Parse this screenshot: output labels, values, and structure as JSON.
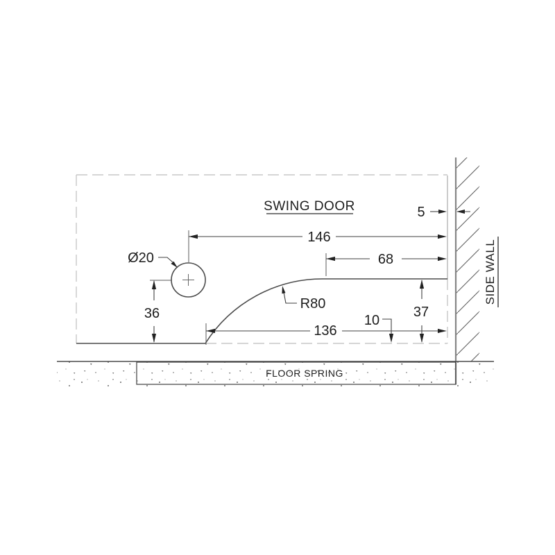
{
  "drawing": {
    "title": "SWING DOOR",
    "wall_label": "SIDE WALL",
    "floor_label": "FLOOR SPRING",
    "dims": {
      "door_width": "146",
      "top_recess": "68",
      "bottom_length": "136",
      "recess_height": "37",
      "spindle_height": "36",
      "floor_clearance": "10",
      "wall_gap": "5",
      "spindle_diameter": "Ø20",
      "curve_radius": "R80"
    },
    "colors": {
      "line": "#3f3f3f",
      "profile": "#4a4a4a",
      "phantom_outline": "#c7c7c7",
      "wall_face": "#858585",
      "text": "#1c1c1c",
      "background": "#ffffff"
    }
  }
}
